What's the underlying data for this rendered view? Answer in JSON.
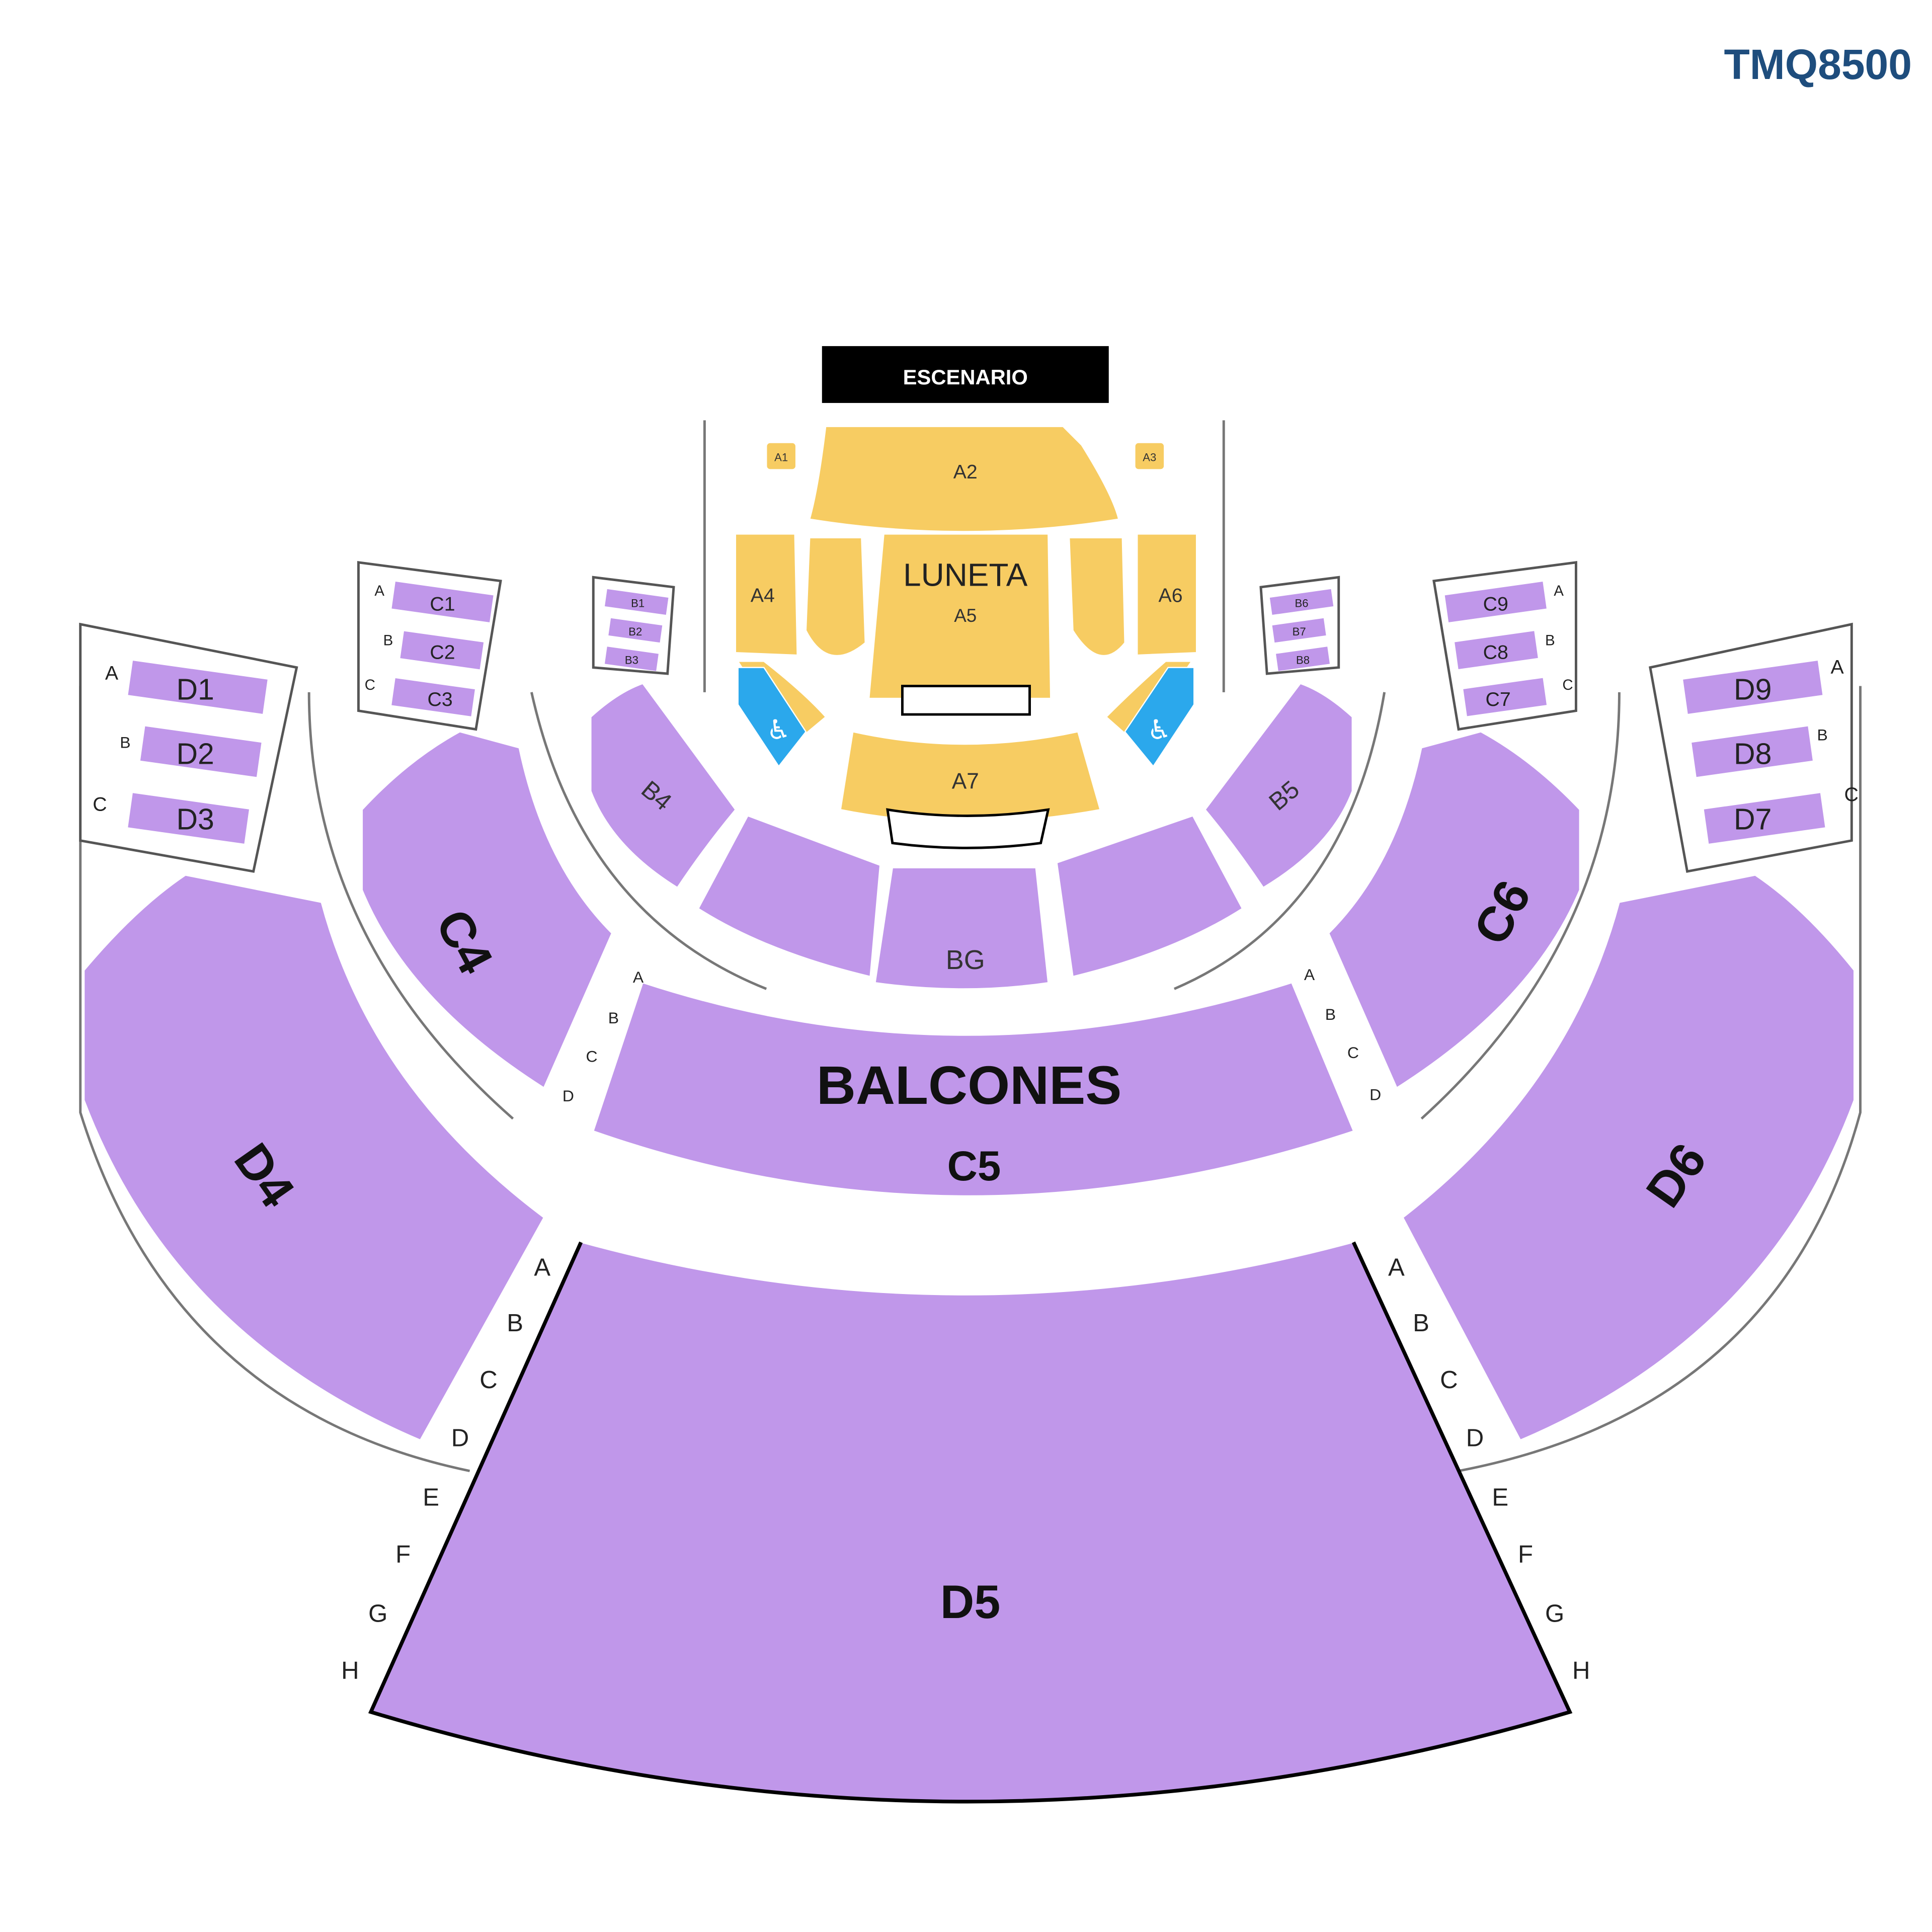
{
  "header": {
    "map_id": "TMQ8500"
  },
  "stage": {
    "label": "ESCENARIO"
  },
  "zones": {
    "luneta": "LUNETA",
    "balcones": "BALCONES"
  },
  "colors": {
    "luneta": "#f7cc62",
    "balcones": "#c097ea",
    "accessible": "#2ba8ec",
    "stage": "#000000",
    "map_id": "#1e4d7d",
    "outline": "#555555"
  },
  "sections": {
    "A1": "A1",
    "A2": "A2",
    "A3": "A3",
    "A4": "A4",
    "A5": "A5",
    "A6": "A6",
    "A7": "A7",
    "B1": "B1",
    "B2": "B2",
    "B3": "B3",
    "B4": "B4",
    "B5": "B5",
    "B6": "B6",
    "B7": "B7",
    "B8": "B8",
    "BG": "BG",
    "C1": "C1",
    "C2": "C2",
    "C3": "C3",
    "C4": "C4",
    "C5": "C5",
    "C6": "C6",
    "C7": "C7",
    "C8": "C8",
    "C9": "C9",
    "D1": "D1",
    "D2": "D2",
    "D3": "D3",
    "D4": "D4",
    "D5": "D5",
    "D6": "D6",
    "D7": "D7",
    "D8": "D8",
    "D9": "D9"
  },
  "rows": {
    "abc": [
      "A",
      "B",
      "C"
    ],
    "abcd": [
      "A",
      "B",
      "C",
      "D"
    ],
    "d5": [
      "A",
      "B",
      "C",
      "D",
      "E",
      "F",
      "G",
      "H"
    ]
  },
  "accessibility_icon": "wheelchair-icon"
}
